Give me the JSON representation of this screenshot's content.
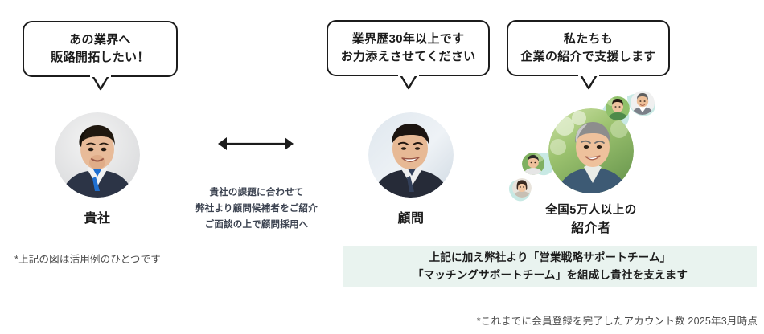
{
  "bubbles": {
    "company": {
      "line1": "あの業界へ",
      "line2": "販路開拓したい！"
    },
    "advisor": {
      "line1": "業界歴30年以上です",
      "line2": "お力添えさせてください"
    },
    "referrer": {
      "line1": "私たちも",
      "line2": "企業の紹介で支援します"
    }
  },
  "labels": {
    "company": "貴社",
    "advisor": "顧問",
    "referrer_line1": "全国5万人以上の",
    "referrer_line2": "紹介者"
  },
  "flow": {
    "arrow_icon": "double-arrow-icon",
    "caption_line1": "貴社の課題に合わせて",
    "caption_line2": "弊社より顧問候補者をご紹介",
    "caption_line3": "ご面談の上で顧問採用へ"
  },
  "support_box": {
    "line1": "上記に加え弊社より「営業戦略サポートチーム」",
    "line2": "「マッチングサポートチーム」を組成し貴社を支えます",
    "background_color": "#e9f3ef"
  },
  "footnotes": {
    "left": "*上記の図は活用例のひとつです",
    "right": "*これまでに会員登録を完了したアカウント数 2025年3月時点"
  },
  "photos": {
    "company": "portrait-young-businessman",
    "advisor": "portrait-senior-businessman",
    "referrer_main": "portrait-referrer-outdoors",
    "satellites": [
      "portrait-referrer-1",
      "portrait-referrer-2",
      "portrait-referrer-3",
      "portrait-referrer-4"
    ]
  },
  "colors": {
    "outline": "#1c1c1c",
    "text": "#231f20",
    "muted": "#4a4a4a",
    "caption": "#3b4250",
    "map_teal": "#b9e3de"
  }
}
